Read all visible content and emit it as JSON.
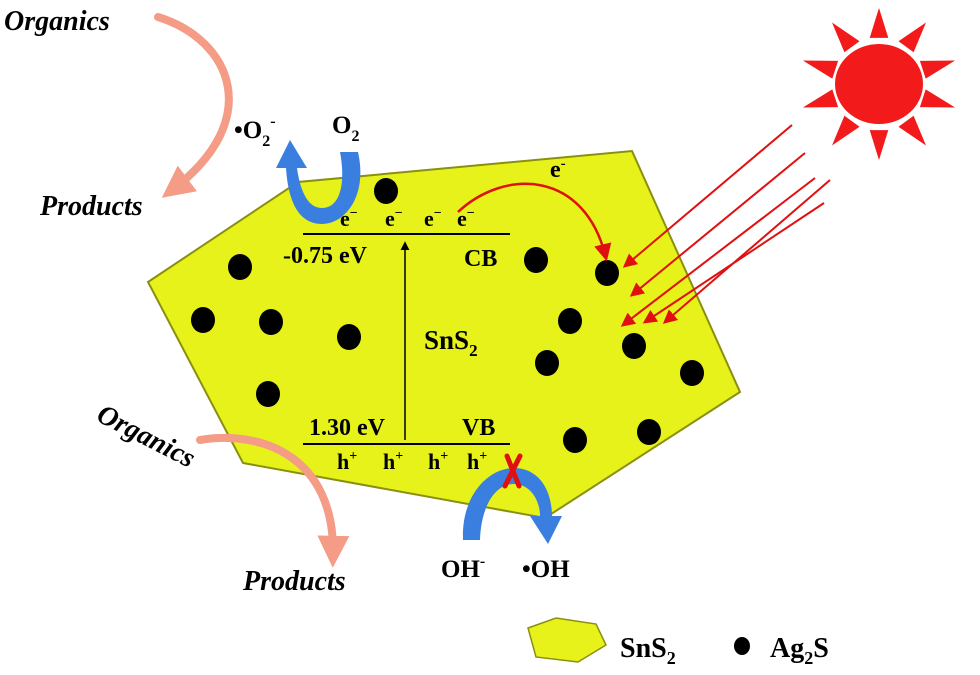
{
  "colors": {
    "sns2_fill": "#e6f21a",
    "sns2_stroke": "#8a8f10",
    "ag2s_dot": "#000000",
    "sun": "#f21a1a",
    "light_ray": "#e01010",
    "electron_arrow": "#e01010",
    "blue_arrow": "#3a7fe0",
    "salmon_arrow": "#f49c86",
    "block_mark": "#e01010"
  },
  "labels": {
    "organics_top": "Organics",
    "products_top": "Products",
    "organics_bottom": "Organics",
    "products_bottom": "Products",
    "superoxide_dot": "•",
    "superoxide_base": "O",
    "superoxide_sub": "2",
    "superoxide_sup": "-",
    "oxygen_base": "O",
    "oxygen_sub": "2",
    "electron_transfer_base": "e",
    "electron_transfer_sup": "-",
    "cb_electrons": [
      "e",
      "e",
      "e",
      "e"
    ],
    "cb_electron_sup": "−",
    "cb_potential": "-0.75 eV",
    "cb_label": "CB",
    "material_base": "SnS",
    "material_sub": "2",
    "vb_potential": "1.30 eV",
    "vb_label": "VB",
    "vb_holes": [
      "h",
      "h",
      "h",
      "h"
    ],
    "vb_hole_sup": "+",
    "hydroxide_base": "OH",
    "hydroxide_sup": "-",
    "hydroxyl_dot": "•",
    "hydroxyl_base": "OH"
  },
  "legend": {
    "sns2_base": "SnS",
    "sns2_sub": "2",
    "ag2s_a": "Ag",
    "ag2s_sub": "2",
    "ag2s_b": "S"
  }
}
